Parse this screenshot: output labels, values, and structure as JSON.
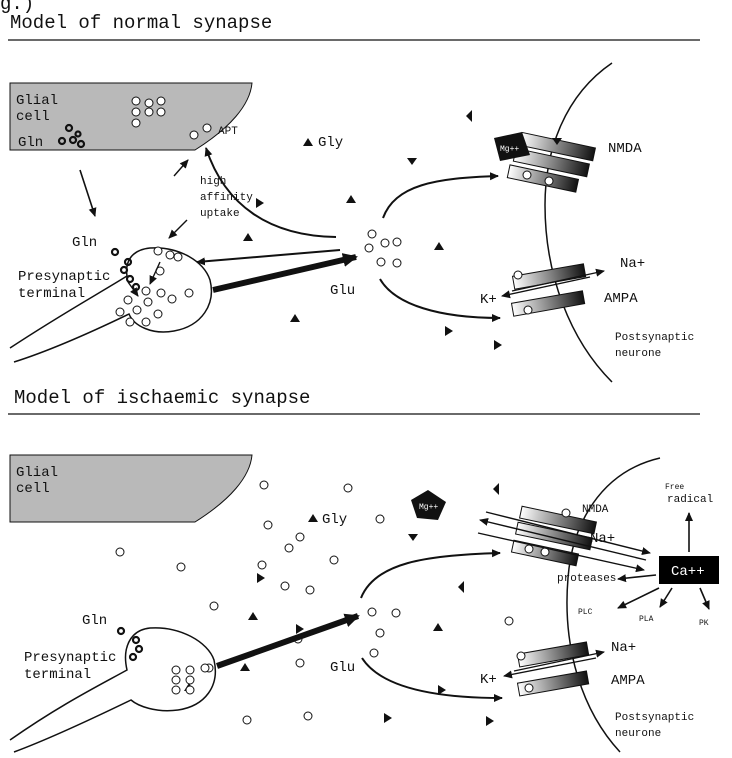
{
  "colors": {
    "ink": "#111111",
    "glial_fill": "#b9b9b9",
    "ca_box": "#000000"
  },
  "figure_tag": "g.)",
  "normal": {
    "title": "Model of normal synapse",
    "glial_label_1": "Glial",
    "glial_label_2": "cell",
    "gln_in_glia": "Gln",
    "apt": "APT",
    "gly": "Gly",
    "uptake_1": "high",
    "uptake_2": "affinity",
    "uptake_3": "uptake",
    "gln": "Gln",
    "presynaptic_1": "Presynaptic",
    "presynaptic_2": "terminal",
    "glu": "Glu",
    "nmda": "NMDA",
    "mg": "Mg++",
    "na": "Na+",
    "k": "K+",
    "ampa": "AMPA",
    "postsynaptic_1": "Postsynaptic",
    "postsynaptic_2": "neurone"
  },
  "ischaemic": {
    "title": "Model of ischaemic synapse",
    "glial_label_1": "Glial",
    "glial_label_2": "cell",
    "gly": "Gly",
    "mg": "Mg++",
    "nmda": "NMDA",
    "na_nmda": "Na+",
    "free_radical_1": "Free",
    "free_radical_2": "radical",
    "ca": "Ca++",
    "proteases": "proteases",
    "plc": "PLC",
    "pla": "PLA",
    "pk": "PK",
    "gln": "Gln",
    "presynaptic_1": "Presynaptic",
    "presynaptic_2": "terminal",
    "glu": "Glu",
    "na_ampa": "Na+",
    "k": "K+",
    "ampa": "AMPA",
    "postsynaptic_1": "Postsynaptic",
    "postsynaptic_2": "neurone"
  }
}
